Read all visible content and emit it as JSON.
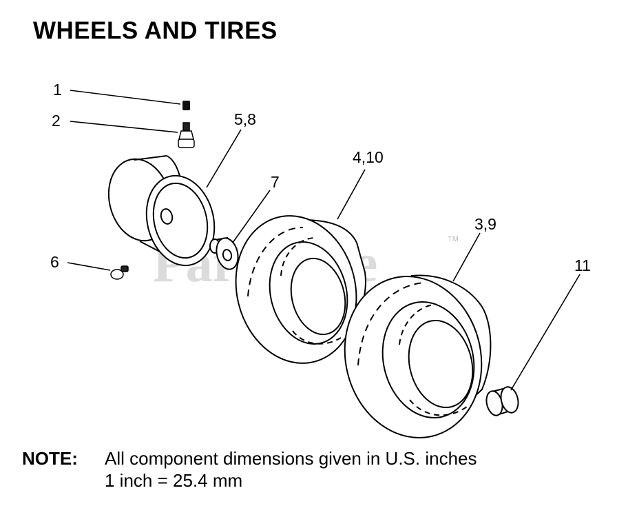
{
  "title": "WHEELS AND TIRES",
  "callouts": {
    "c1": "1",
    "c2": "2",
    "c58": "5,8",
    "c7": "7",
    "c410": "4,10",
    "c39": "3,9",
    "c6": "6",
    "c11": "11"
  },
  "watermark": {
    "text": "PartsTree",
    "tm": "TM"
  },
  "note": {
    "label": "NOTE:",
    "line1": "All component dimensions given in U.S. inches",
    "line2": "1 inch = 25.4 mm"
  }
}
